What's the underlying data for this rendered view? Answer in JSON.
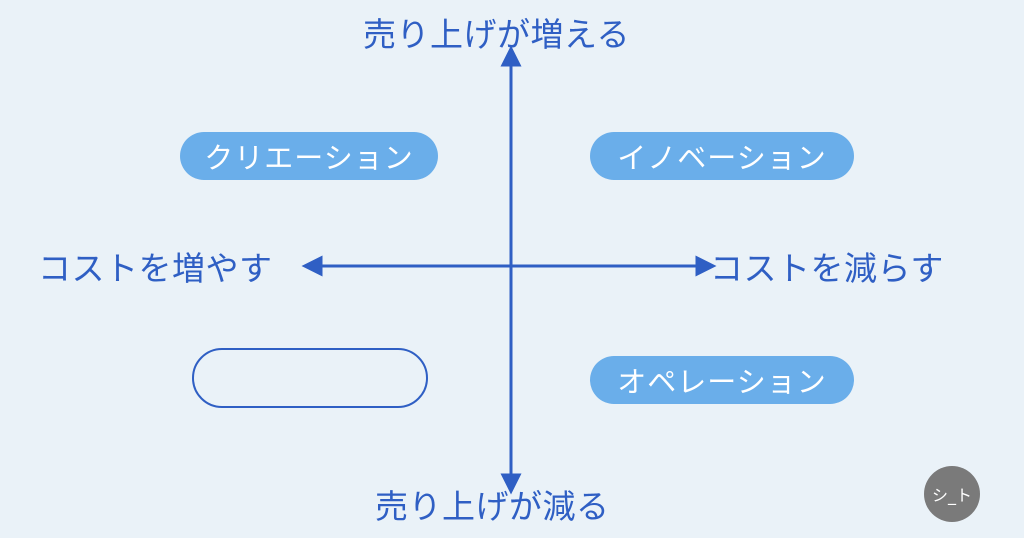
{
  "axis_labels": {
    "top": "売り上げが増える",
    "bottom": "売り上げが減る",
    "left": "コストを増やす",
    "right": "コストを減らす"
  },
  "quadrants": {
    "top_left": "クリエーション",
    "top_right": "イノベーション",
    "bottom_left": "",
    "bottom_right": "オペレーション"
  },
  "avatar_text": "シ_ト",
  "colors": {
    "background": "#eaf2f8",
    "axis": "#2f5fc4",
    "pill_fill": "#6aaeea",
    "avatar": "#7a7a7a"
  }
}
